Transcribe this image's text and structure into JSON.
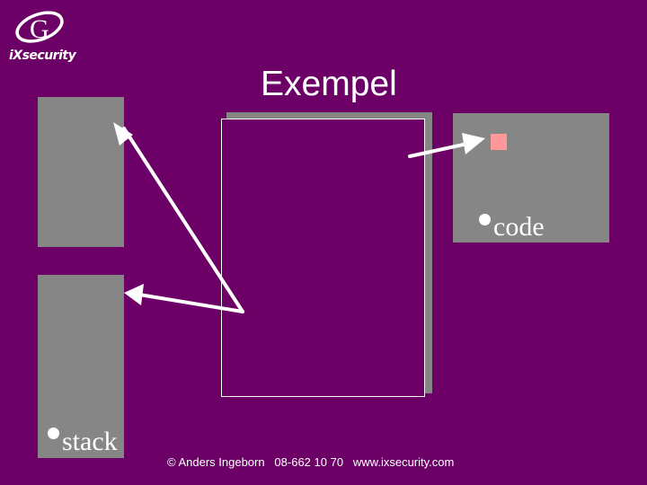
{
  "logo": {
    "brand_text": "iXsecurity",
    "icon": "g-swoosh-logo-icon"
  },
  "slide": {
    "title": "Exempel",
    "labels": {
      "code": "code",
      "stack": "stack"
    },
    "bullet_icon": "bullet-dot-icon"
  },
  "footer": {
    "text": "© Anders Ingeborn   08-662 10 70   www.ixsecurity.com"
  },
  "colors": {
    "background": "#6c0066",
    "box_gray": "#868686",
    "pink_marker": "#ff9999",
    "foreground": "#ffffff"
  }
}
